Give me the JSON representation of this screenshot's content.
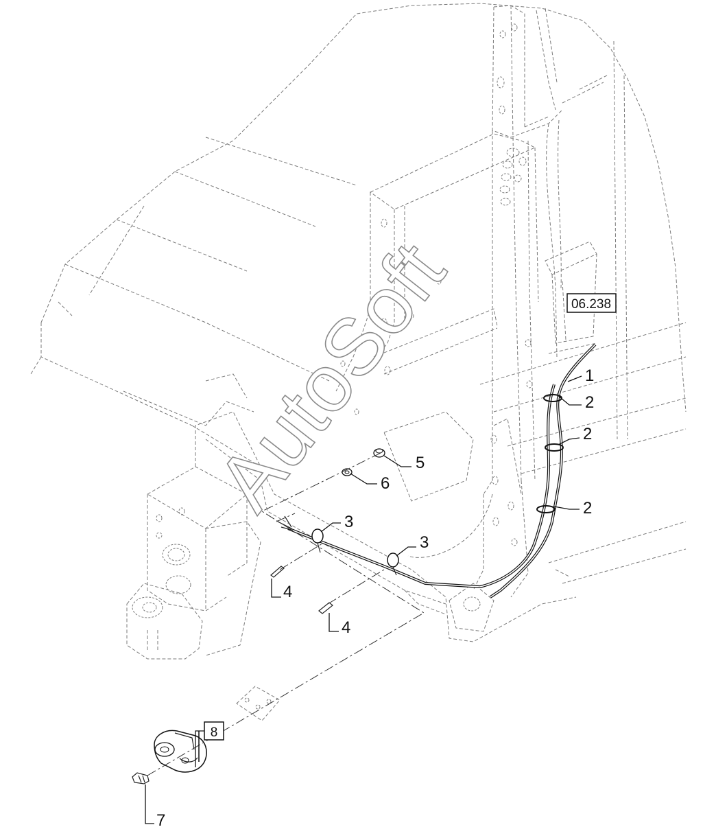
{
  "diagram": {
    "watermark": "AutoSoft",
    "reference_box": "06.238",
    "callouts": {
      "c1": "1",
      "c2a": "2",
      "c2b": "2",
      "c2c": "2",
      "c3a": "3",
      "c3b": "3",
      "c4a": "4",
      "c4b": "4",
      "c5": "5",
      "c6": "6",
      "c7": "7",
      "c8": "8"
    }
  }
}
